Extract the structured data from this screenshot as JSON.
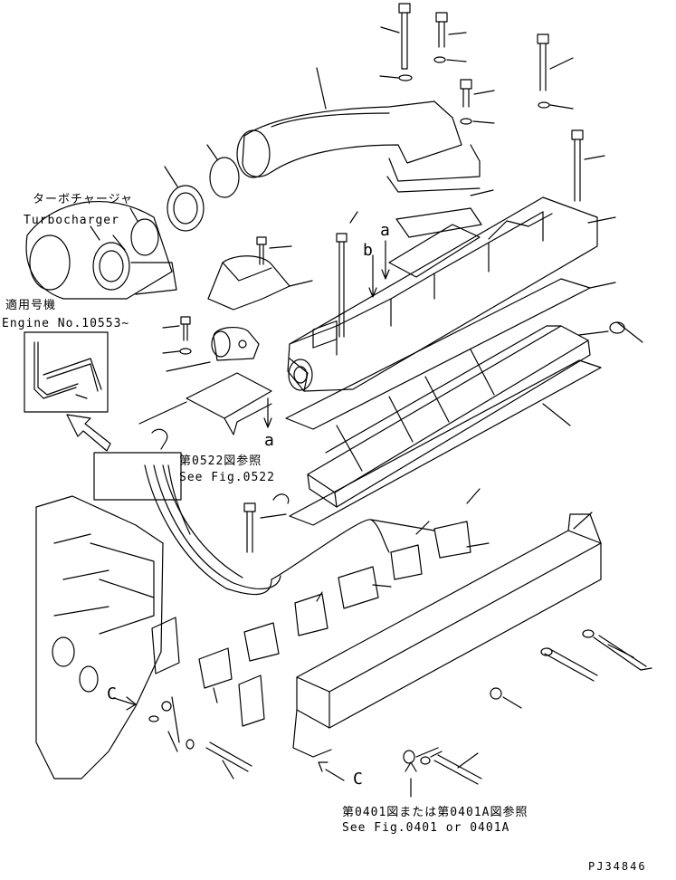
{
  "labels": {
    "turbocharger_jp": "ターボチャージャ",
    "turbocharger_en": "Turbocharger",
    "applicable_jp": "適用号機",
    "engine_no": "Engine No.10553~",
    "ref_0522_jp": "第0522図参照",
    "ref_0522_en": "See Fig.0522",
    "ref_0401_jp": "第0401図または第0401A図参照",
    "ref_0401_en": "See Fig.0401 or 0401A",
    "mark_a": "a",
    "mark_b": "b",
    "mark_c": "C",
    "page_code": "PJ34846"
  },
  "colors": {
    "line": "#000000",
    "background": "#ffffff"
  }
}
